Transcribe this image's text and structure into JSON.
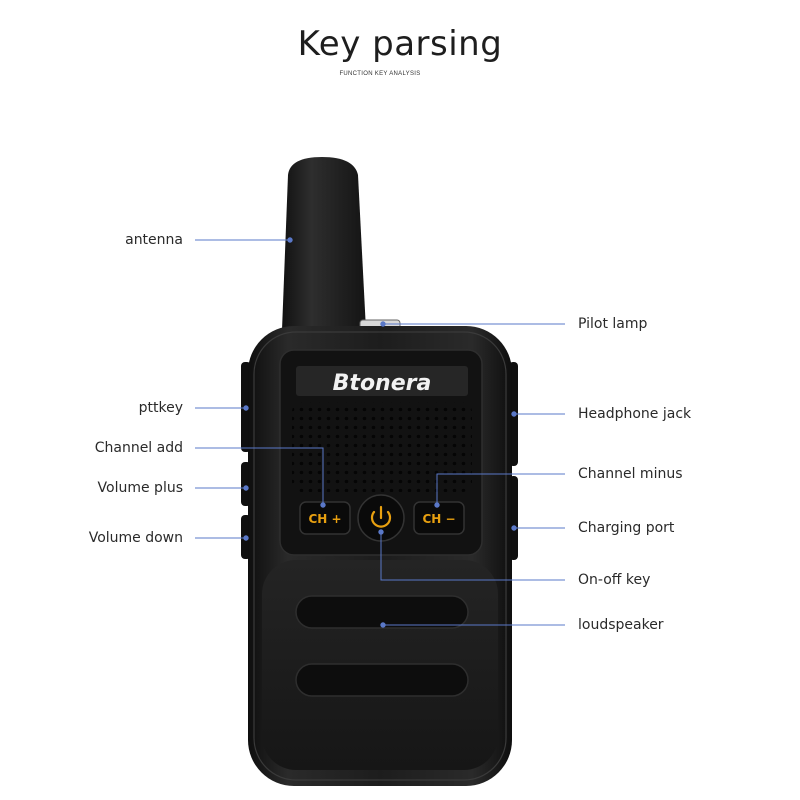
{
  "title": "Key parsing",
  "subtitle": "FUNCTION KEY ANALYSIS",
  "brand": "Btonera",
  "buttons": {
    "channel_add": "CH +",
    "channel_minus": "CH −"
  },
  "colors": {
    "leader_line": "#5a78c8",
    "button_text": "#e8a010",
    "device_body": "#1c1c1c"
  },
  "labels": {
    "antenna": "antenna",
    "pttkey": "pttkey",
    "channel_add": "Channel add",
    "volume_plus": "Volume plus",
    "volume_down": "Volume down",
    "pilot_lamp": "Pilot lamp",
    "headphone_jack": "Headphone jack",
    "channel_minus": "Channel minus",
    "charging_port": "Charging port",
    "on_off_key": "On-off key",
    "loudspeaker": "loudspeaker"
  }
}
